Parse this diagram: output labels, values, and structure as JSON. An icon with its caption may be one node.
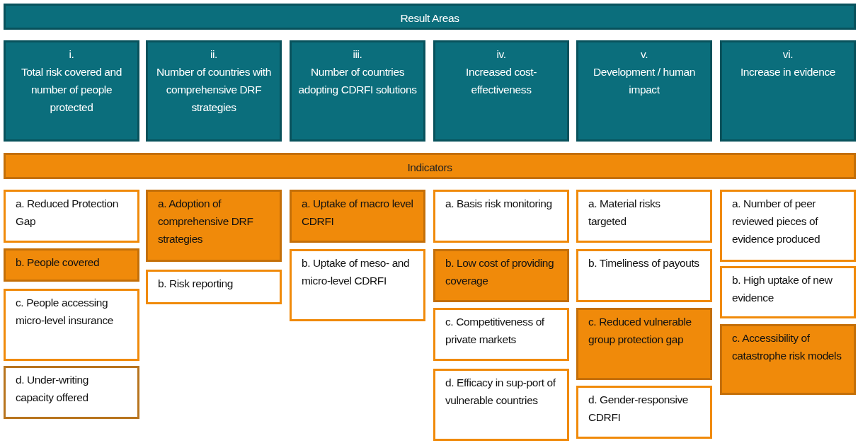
{
  "diagram": {
    "nodes": [
      {
        "text": [
          "Result Areas"
        ]
      },
      {
        "text": [
          "i.",
          "Total risk covered and number of people protected"
        ]
      },
      {
        "text": [
          "ii.",
          "Number of countries with comprehensive DRF strategies"
        ]
      },
      {
        "text": [
          "iii.",
          "Number of countries adopting CDRFI solutions"
        ]
      },
      {
        "text": [
          "iv.",
          "Increased cost-effectiveness"
        ]
      },
      {
        "text": [
          "v.",
          "Development / human impact"
        ]
      },
      {
        "text": [
          "vi.",
          "Increase in evidence"
        ]
      },
      {
        "text": [
          "Indicators"
        ]
      },
      {
        "text": [
          "a. Reduced Protection Gap"
        ]
      },
      {
        "text": [
          "b. People covered"
        ]
      },
      {
        "text": [
          "c. People accessing micro-level insurance"
        ]
      },
      {
        "text": [
          "d. Under-writing capacity offered"
        ]
      },
      {
        "text": [
          "a. Adoption of comprehensive DRF strategies"
        ]
      },
      {
        "text": [
          "b. Risk reporting"
        ]
      },
      {
        "text": [
          "a. Uptake of macro level CDRFI"
        ]
      },
      {
        "text": [
          "b. Uptake of meso- and micro-level CDRFI"
        ]
      },
      {
        "text": [
          "a. Basis risk monitoring"
        ]
      },
      {
        "text": [
          "b. Low cost of providing coverage"
        ]
      },
      {
        "text": [
          "c. Competitiveness of private markets"
        ]
      },
      {
        "text": [
          "d. Efficacy in sup-port of vulnerable countries"
        ]
      },
      {
        "text": [
          "a. Material risks targeted"
        ]
      },
      {
        "text": [
          "b. Timeliness of payouts"
        ]
      },
      {
        "text": [
          "c. Reduced vulnerable group protection gap"
        ]
      },
      {
        "text": [
          "d. Gender-responsive CDRFI"
        ]
      },
      {
        "text": [
          "a. Number of peer reviewed pieces of evidence produced"
        ]
      },
      {
        "text": [
          "b. High uptake of new evidence"
        ]
      },
      {
        "text": [
          "c. Accessibility of catastrophe risk models"
        ]
      }
    ]
  }
}
